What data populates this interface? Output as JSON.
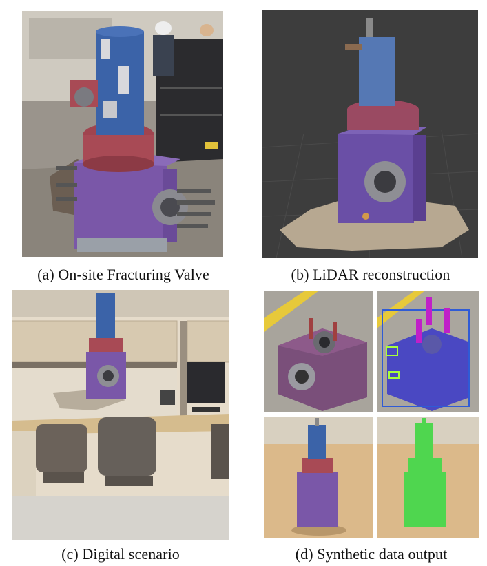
{
  "figure": {
    "panels": [
      {
        "id": "a",
        "caption": "(a) On-site Fracturing Valve"
      },
      {
        "id": "b",
        "caption": "(b) LiDAR reconstruction"
      },
      {
        "id": "c",
        "caption": "(c) Digital scenario"
      },
      {
        "id": "d",
        "caption": "(d) Synthetic data output"
      }
    ]
  },
  "colors": {
    "valve_purple": "#7a57a8",
    "valve_blue": "#3b63a8",
    "flange_red": "#b0444e",
    "bbox_blue": "#2f5bd6",
    "bbox_green": "#a8ff3a",
    "bbox_magenta": "#c020c8",
    "segmentation_green": "#4fd64f",
    "viewport_gray": "#3d3d3d"
  }
}
